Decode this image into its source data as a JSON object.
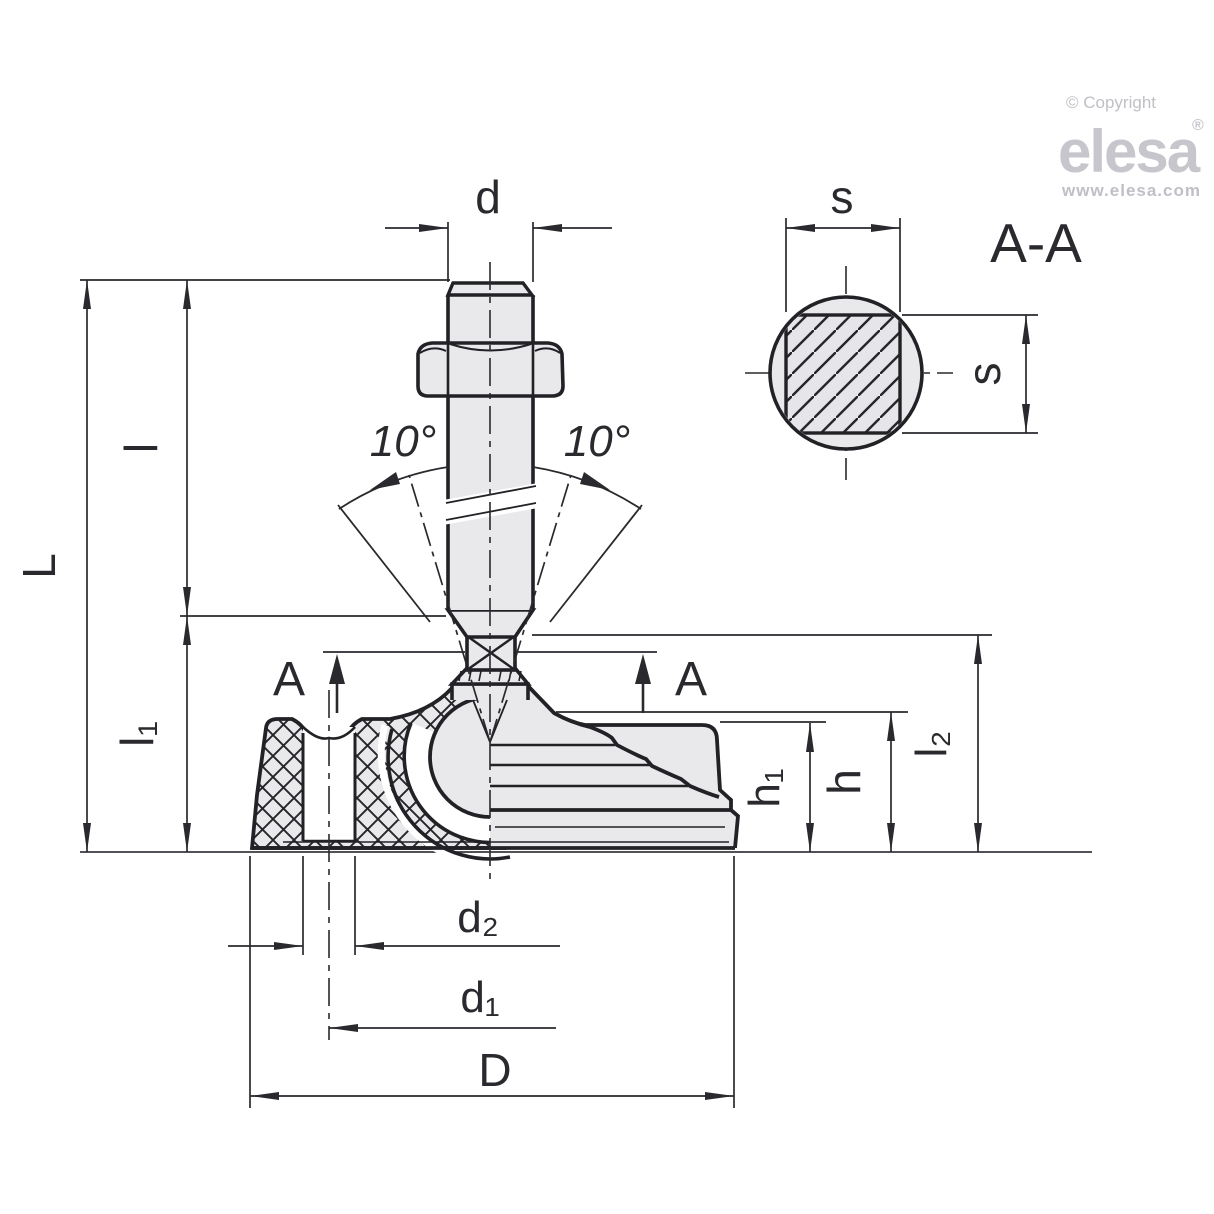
{
  "drawing": {
    "section_title": "A-A",
    "dims": {
      "d": "d",
      "L": "L",
      "l": "l",
      "l1": "l₁",
      "l2": "l₂",
      "h": "h",
      "h1": "h₁",
      "d1": "d₁",
      "d2": "d₂",
      "D": "D",
      "s_top": "s",
      "s_side": "s"
    },
    "angles": {
      "left": "10°",
      "right": "10°"
    },
    "cut": {
      "left": "A",
      "right": "A"
    }
  },
  "branding": {
    "copyright": "© Copyright",
    "logo": "elesa",
    "registered": "®",
    "website": "www.elesa.com"
  },
  "colors": {
    "outline": "#222226",
    "dimension": "#3a3a3e",
    "part_fill": "#e9e9ec",
    "hatch_fill": "#e6e6ea",
    "logo_gray": "#c6c6cc",
    "background": "#ffffff"
  }
}
